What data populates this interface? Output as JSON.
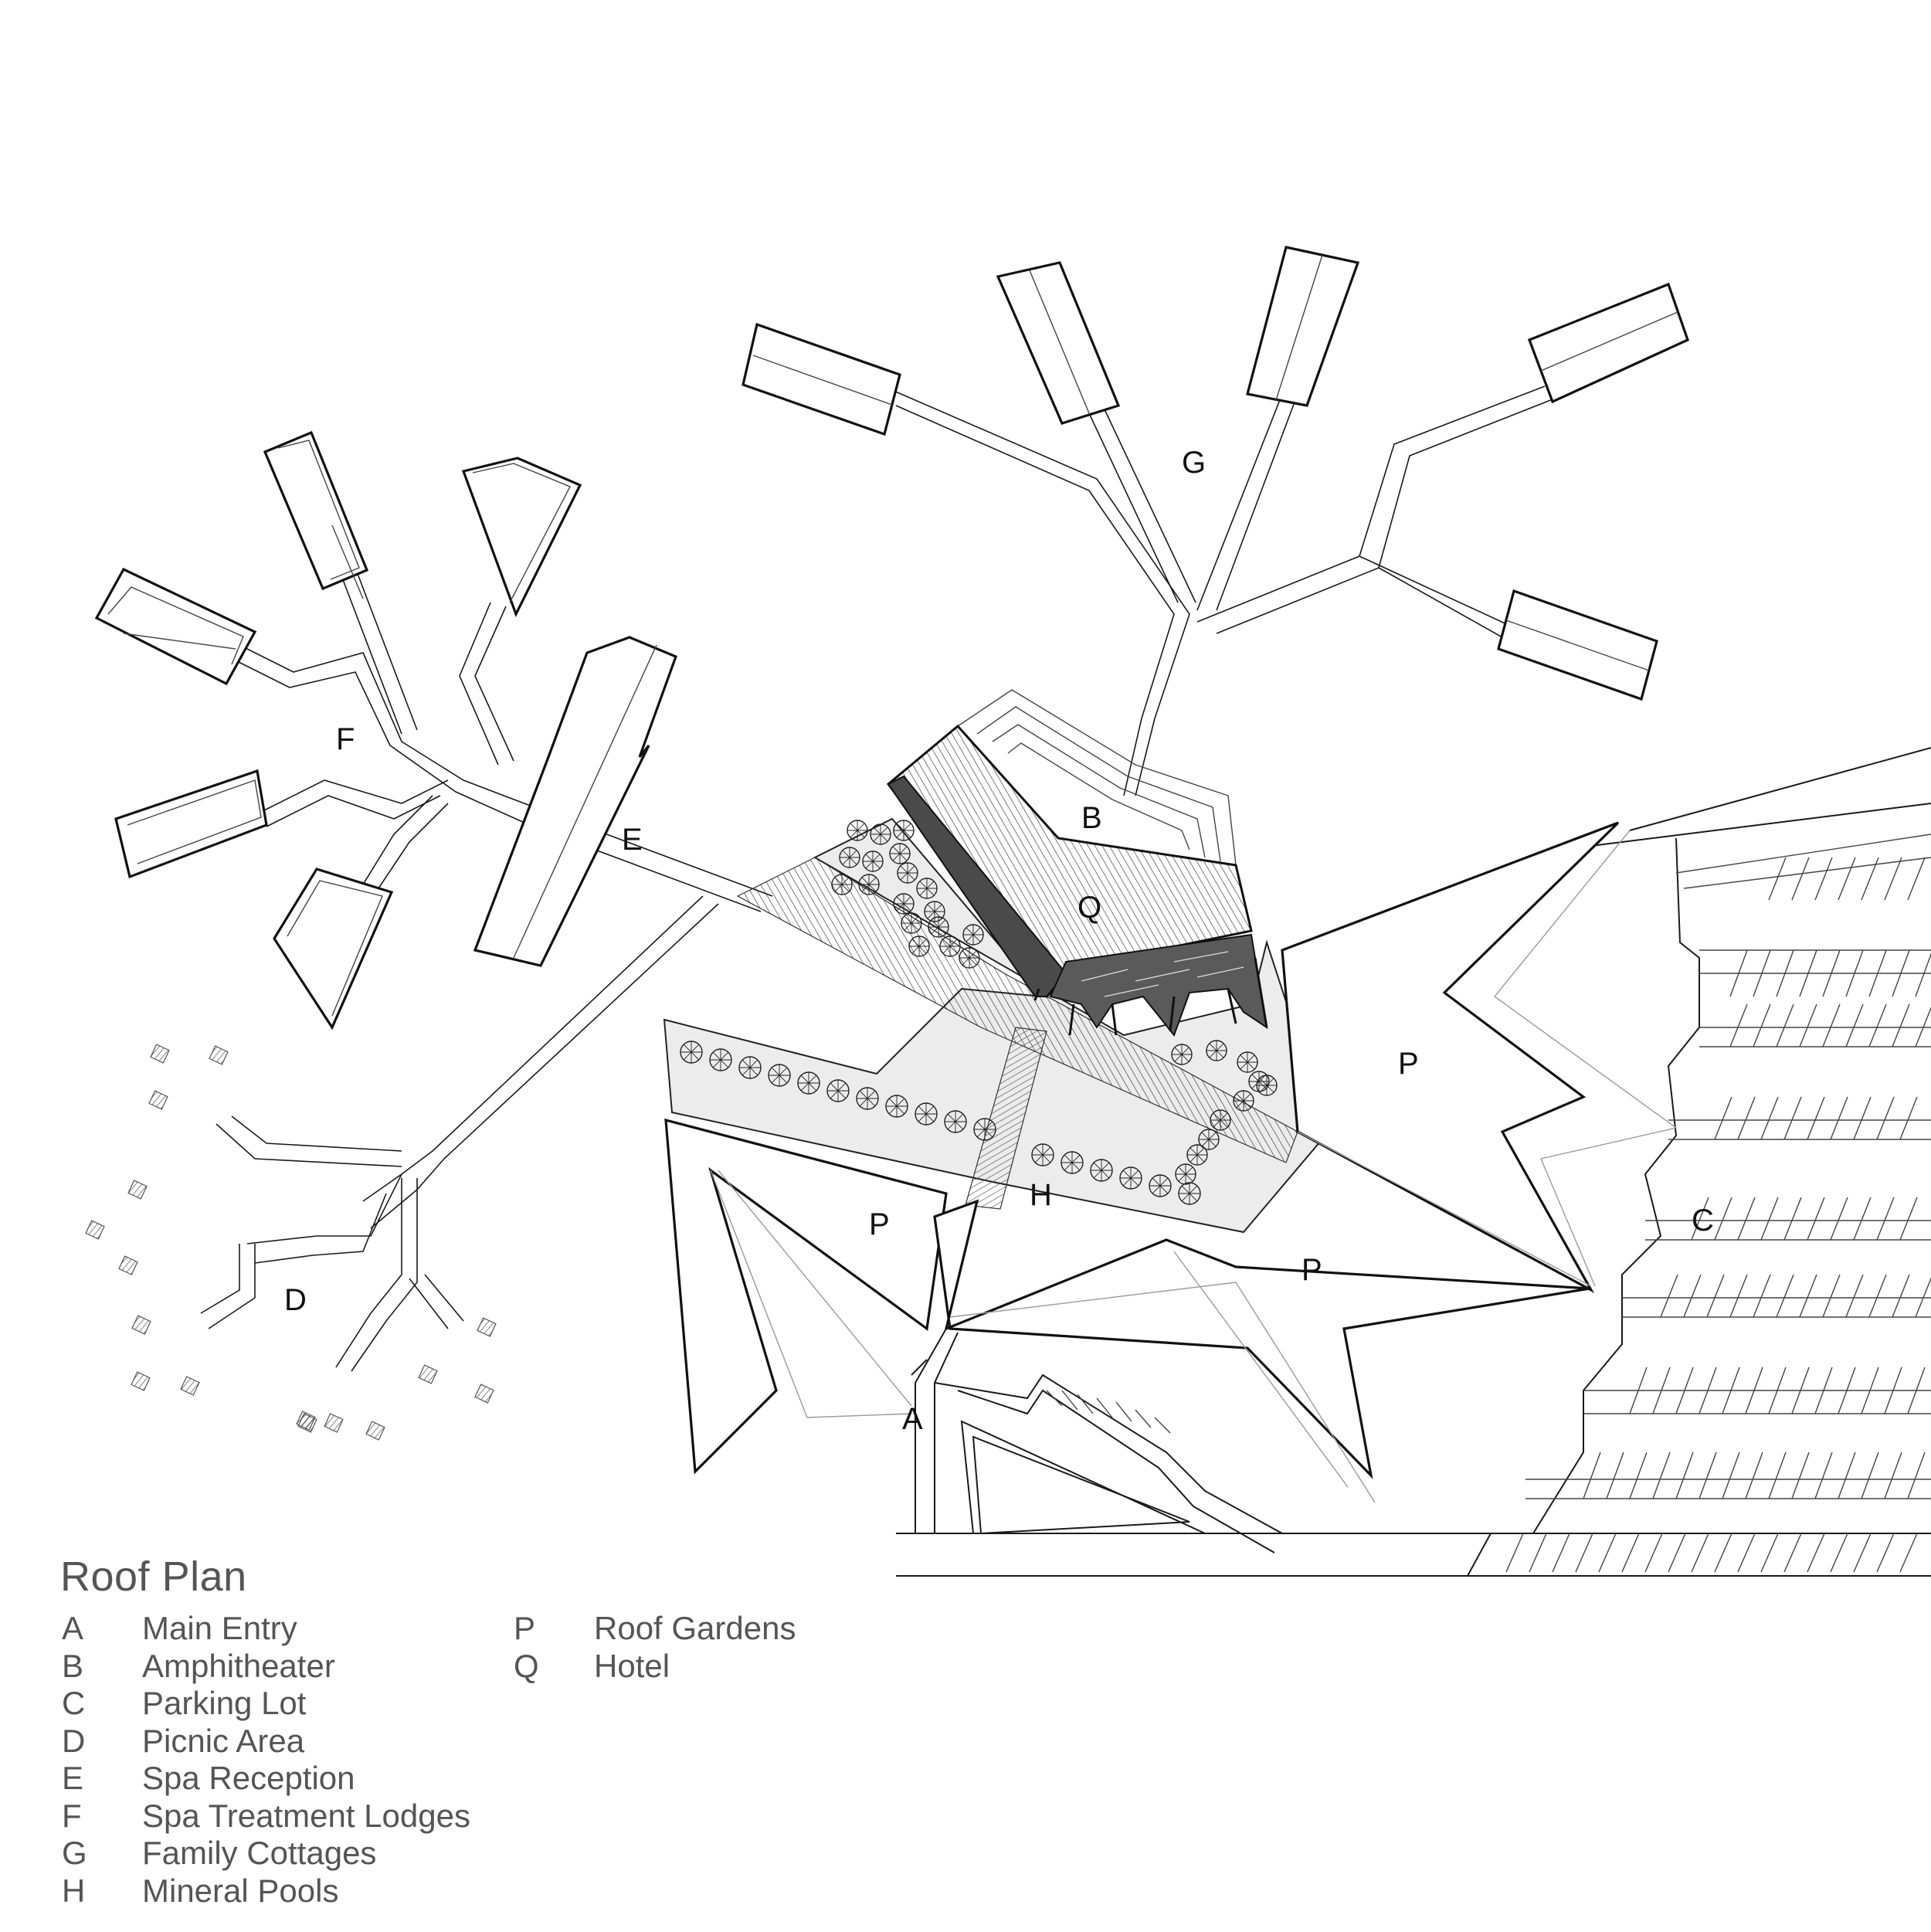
{
  "plan": {
    "labels": {
      "A": "A",
      "B": "B",
      "C": "C",
      "D": "D",
      "E": "E",
      "F": "F",
      "G": "G",
      "H": "H",
      "P1": "P",
      "P2": "P",
      "P3": "P",
      "Q": "Q"
    }
  },
  "legend": {
    "title": "Roof Plan",
    "column1": [
      {
        "key": "A",
        "label": "Main Entry"
      },
      {
        "key": "B",
        "label": "Amphitheater"
      },
      {
        "key": "C",
        "label": "Parking Lot"
      },
      {
        "key": "D",
        "label": "Picnic Area"
      },
      {
        "key": "E",
        "label": "Spa Reception"
      },
      {
        "key": "F",
        "label": "Spa Treatment Lodges"
      },
      {
        "key": "G",
        "label": "Family Cottages"
      },
      {
        "key": "H",
        "label": "Mineral Pools"
      }
    ],
    "column2": [
      {
        "key": "P",
        "label": "Roof Gardens"
      },
      {
        "key": "Q",
        "label": "Hotel"
      }
    ]
  },
  "colors": {
    "line": "#1a1a1a",
    "paved_fill": "#ececec",
    "hotel_dark": "#4a4a4a",
    "legend_text": "#555555"
  }
}
